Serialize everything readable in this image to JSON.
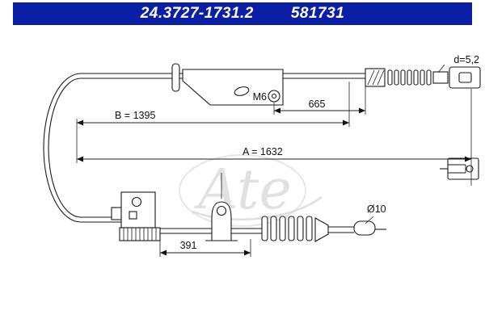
{
  "header": {
    "part_number": "24.3727-1731.2",
    "ref_number": "581731"
  },
  "watermark": "Ate",
  "labels": {
    "d52": "d=5,2",
    "dim665": "665",
    "dimB": "B = 1395",
    "dimA": "A = 1632",
    "m6": "M6",
    "dia10": "Ø10",
    "dim391": "391"
  },
  "colors": {
    "header_bg": "#0b1fa6",
    "line": "#1a1a1a",
    "watermark": "#c9c9c9"
  }
}
